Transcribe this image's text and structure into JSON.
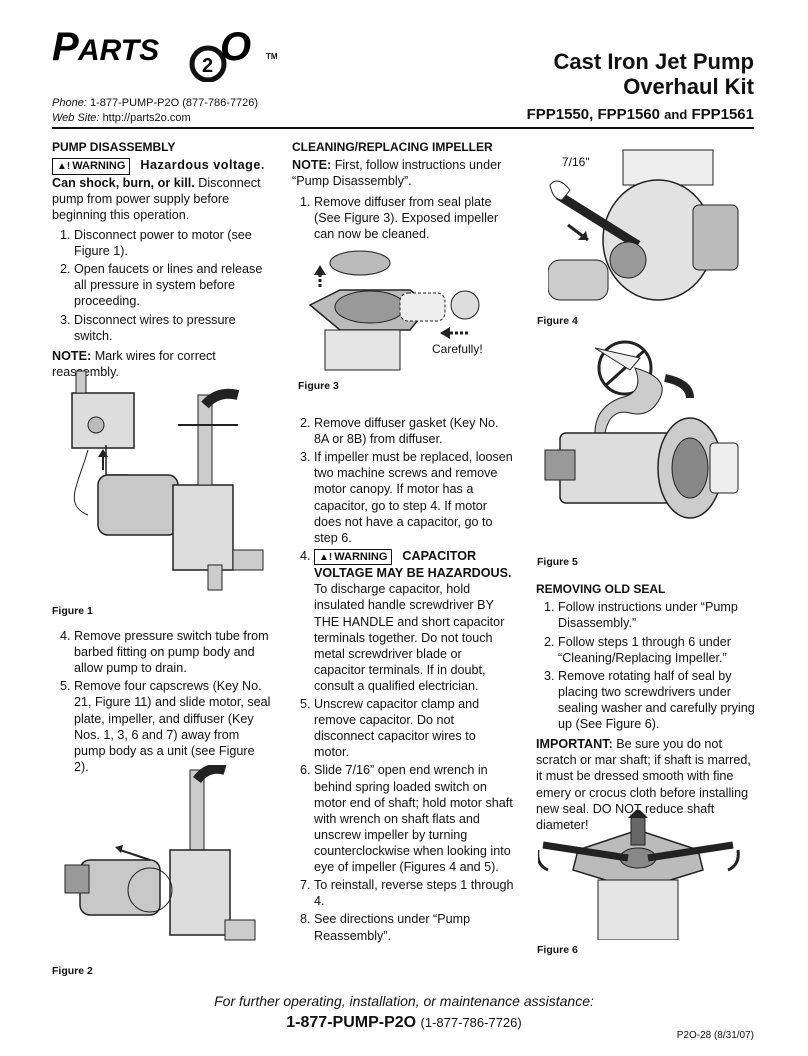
{
  "brand": {
    "name": "PARTS2O",
    "tm": "TM"
  },
  "contact": {
    "phone_label": "Phone:",
    "phone": "1-877-PUMP-P2O (877-786-7726)",
    "web_label": "Web Site:",
    "web": "http://parts2o.com"
  },
  "header": {
    "title_line1": "Cast Iron Jet Pump",
    "title_line2": "Overhaul Kit",
    "models_a": "FPP1550, FPP1560",
    "models_and": "and",
    "models_b": "FPP1561"
  },
  "col1": {
    "heading": "PUMP DISASSEMBLY",
    "warning_label": "WARNING",
    "warning_hazard": "Hazardous voltage.",
    "warning_bold": "Can shock, burn, or kill.",
    "warning_text": "Disconnect pump from power supply before beginning this operation.",
    "steps": [
      "Disconnect power to motor (see Figure 1).",
      "Open faucets or lines and release all pressure in system before proceeding.",
      "Disconnect wires to pressure switch."
    ],
    "note_label": "NOTE:",
    "note_text": "Mark wires for correct reassembly.",
    "steps2": [
      "Remove pressure switch tube from barbed fitting on pump body and allow pump to drain.",
      "Remove four capscrews (Key No. 21, Figure 11) and slide motor, seal plate, impeller, and diffuser (Key Nos. 1, 3, 6 and 7) away from pump body as a unit (see Figure 2)."
    ]
  },
  "col2": {
    "heading": "CLEANING/REPLACING IMPELLER",
    "note_label": "NOTE:",
    "note_text": "First, follow instructions under “Pump Disassembly”.",
    "step1": "Remove diffuser from seal plate (See Figure 3). Exposed impeller can now be cleaned.",
    "carefully": "Carefully!",
    "steps": [
      "Remove diffuser gasket (Key No. 8A or 8B) from diffuser.",
      "If impeller must be replaced, loosen two machine screws and remove motor canopy. If motor has a capacitor, go to step 4. If motor does not have a capacitor, go to step 6."
    ],
    "step4_warning": "WARNING",
    "step4_bold": "CAPACITOR VOLTAGE MAY BE HAZARDOUS.",
    "step4_text": "To discharge capacitor, hold insulated handle screwdriver BY THE HANDLE and short capacitor terminals together. Do not touch metal screwdriver blade or capacitor terminals. If in doubt, consult a qualified electrician.",
    "steps3": [
      "Unscrew capacitor clamp and remove capacitor. Do not disconnect capacitor wires to motor.",
      "Slide 7/16” open end wrench in behind spring loaded switch on motor end of shaft; hold motor shaft with wrench on shaft flats and unscrew impeller by turning counterclockwise when looking into eye of impeller (Figures 4 and 5).",
      "To reinstall, reverse steps 1 through 4.",
      "See directions under “Pump Reassembly”."
    ]
  },
  "col3": {
    "wrench_label": "7/16\"",
    "heading": "REMOVING OLD SEAL",
    "steps": [
      "Follow instructions under “Pump Disassembly.”",
      "Follow steps 1 through 6 under “Cleaning/Replacing Impeller.”",
      "Remove rotating half of seal by placing two screwdrivers under sealing washer and carefully prying up (See Figure 6)."
    ],
    "important_label": "IMPORTANT:",
    "important_text": "Be sure you do not scratch or mar shaft; if shaft is marred, it must be dressed smooth with fine emery or crocus cloth before installing new seal. DO NOT reduce shaft diameter!"
  },
  "figures": {
    "f1": "Figure 1",
    "f2": "Figure 2",
    "f3": "Figure 3",
    "f4": "Figure 4",
    "f5": "Figure 5",
    "f6": "Figure 6"
  },
  "footer": {
    "assist": "For further operating, installation, or maintenance assistance:",
    "phone_bold": "1-877-PUMP-P2O",
    "phone_num": "(1-877-786-7726)",
    "code": "P2O-28 (8/31/07)"
  }
}
